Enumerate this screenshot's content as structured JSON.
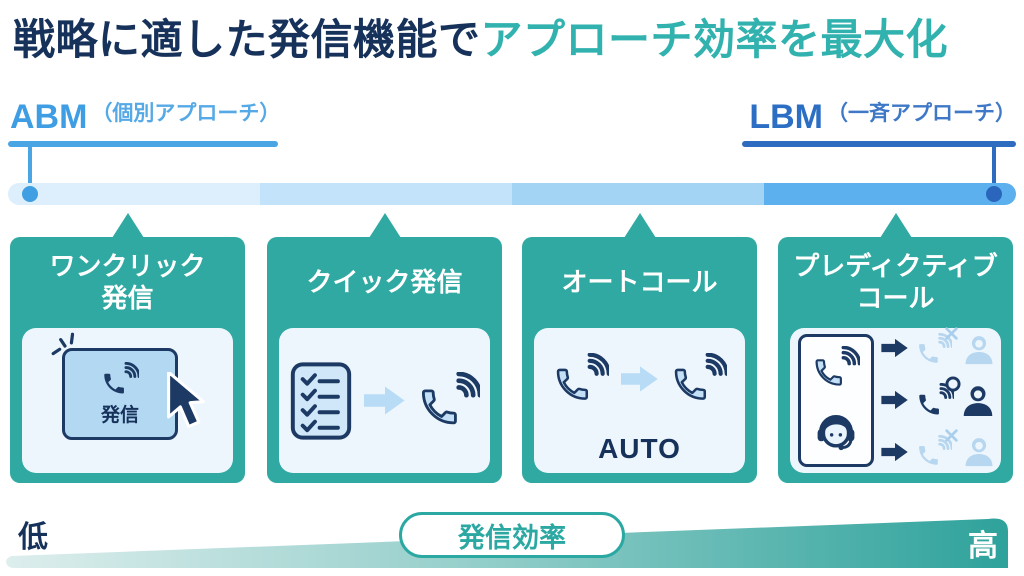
{
  "title": {
    "part1": "戦略に適した発信機能で",
    "part2": "アプローチ効率を最大化"
  },
  "axis": {
    "left": {
      "abbr": "ABM",
      "paren": "（個別アプローチ）"
    },
    "right": {
      "abbr": "LBM",
      "paren": "（一斉アプローチ）"
    }
  },
  "spectrum": {
    "segment_colors": [
      "#ddeefc",
      "#c3e3fa",
      "#a3d4f4",
      "#5bb0ed"
    ]
  },
  "cards": [
    {
      "title_lines": [
        "ワンクリック",
        "発信"
      ],
      "button_label": "発信"
    },
    {
      "title_lines": [
        "クイック発信"
      ]
    },
    {
      "title_lines": [
        "オートコール"
      ],
      "auto_label": "AUTO"
    },
    {
      "title_lines": [
        "プレディクティブ",
        "コール"
      ]
    }
  ],
  "footer": {
    "low": "低",
    "high": "高",
    "pill": "発信効率"
  },
  "colors": {
    "navy": "#16315a",
    "teal": "#2fa9a1",
    "accent_teal": "#32b2ae",
    "abm_blue": "#3f9ee3",
    "lbm_blue": "#2b6ec3",
    "panel": "#eef6fd"
  }
}
